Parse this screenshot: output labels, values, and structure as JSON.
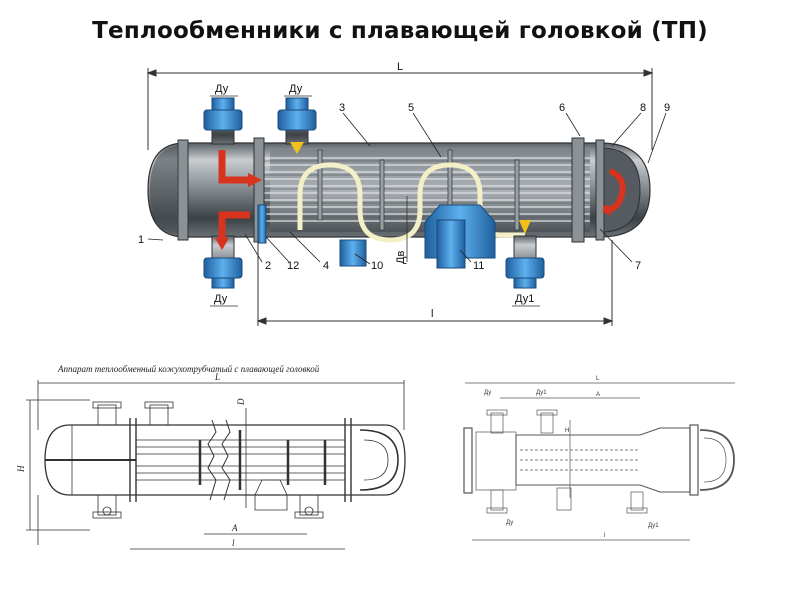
{
  "title": "Теплообменники с плавающей головкой (ТП)",
  "top_figure": {
    "dimension_L": "L",
    "dimension_l": "l",
    "nozzle_labels": [
      "Ду",
      "Ду",
      "Ду",
      "Ду1"
    ],
    "dv_label": "Дв",
    "callouts": [
      "1",
      "2",
      "3",
      "4",
      "5",
      "6",
      "7",
      "8",
      "9",
      "10",
      "11",
      "12"
    ]
  },
  "bottom_left": {
    "caption": "Аппарат теплообменный кожухотрубчатый с плавающей головкой",
    "dim_L": "L",
    "dim_l": "l",
    "dim_A": "A",
    "dim_H": "H",
    "dim_D": "D"
  },
  "bottom_right": {
    "dim_L": "L",
    "dim_A": "A",
    "dim_l": "l",
    "dim_H": "H",
    "nozzle_labels": [
      "Ду",
      "Ду1",
      "Ду",
      "Ду1"
    ]
  },
  "colors": {
    "shell_dark": "#3f4449",
    "shell_light": "#b9bec2",
    "nozzle_blue": "#3d8fd6",
    "hot_flow": "#d8331d",
    "cold_flow": "#f2c21b",
    "tube_cream": "#f3f0c7"
  }
}
